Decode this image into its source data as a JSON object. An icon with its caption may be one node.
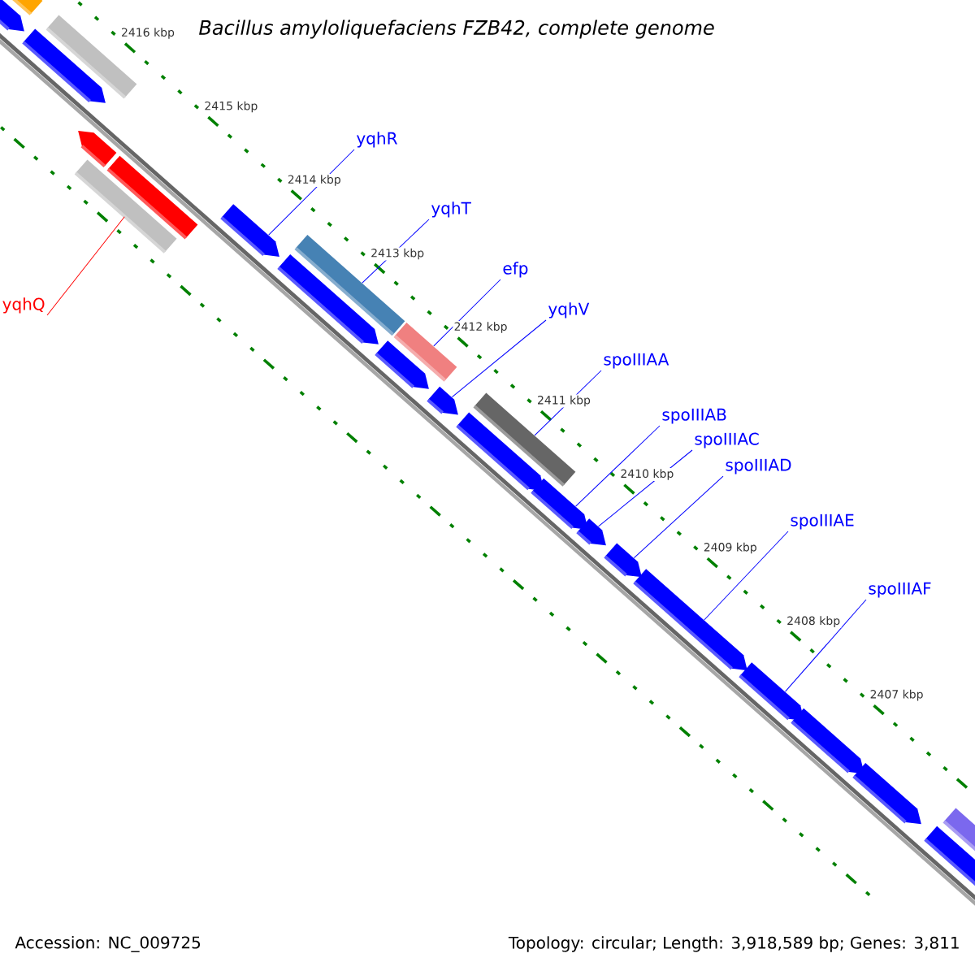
{
  "diagram": {
    "title": "Bacillus amyloliquefaciens FZB42, complete genome",
    "nodes": [
      {
        "text": [
          "yqhR"
        ]
      },
      {
        "text": [
          "yqhT"
        ]
      },
      {
        "text": [
          "efp"
        ]
      },
      {
        "text": [
          "yqhQ"
        ]
      },
      {
        "text": [
          "yqhV"
        ]
      },
      {
        "text": [
          "spoIIIAA"
        ]
      },
      {
        "text": [
          "spoIIIAB"
        ]
      },
      {
        "text": [
          "spoIIIAC"
        ]
      },
      {
        "text": [
          "spoIIIAD"
        ]
      },
      {
        "text": [
          "spoIIIAE"
        ]
      },
      {
        "text": [
          "spoIIIAF"
        ]
      },
      {
        "text": [],
        "shape": "bar"
      },
      {
        "text": [],
        "shape": "bar"
      },
      {
        "text": [],
        "shape": "bar"
      },
      {
        "text": [],
        "shape": "bar"
      },
      {
        "text": [],
        "shape": "bar"
      },
      {
        "text": [],
        "shape": "bar"
      },
      {
        "text": [],
        "shape": "bar"
      },
      {
        "text": [],
        "shape": "bar"
      },
      {
        "text": [],
        "shape": "bar"
      },
      {
        "text": [],
        "shape": "bar"
      },
      {
        "text": [],
        "shape": "bar"
      },
      {
        "text": [],
        "shape": "bar"
      },
      {
        "text": [],
        "shape": "bar"
      },
      {
        "text": [],
        "shape": "bar"
      },
      {
        "text": [],
        "shape": "bar"
      },
      {
        "text": [],
        "shape": "bar"
      },
      {
        "text": [],
        "shape": "bar"
      },
      {
        "text": [],
        "shape": "bar"
      },
      {
        "text": [],
        "shape": "bar"
      },
      {
        "text": [],
        "shape": "bar"
      },
      {
        "text": [],
        "shape": "bar"
      },
      {
        "text": [],
        "shape": "bar"
      },
      {
        "text": [],
        "shape": "bar"
      },
      {
        "text": [],
        "shape": "bar"
      }
    ],
    "edges": [
      {
        "from": 0,
        "to": 18,
        "arrow": "none"
      },
      {
        "from": 1,
        "to": 20,
        "arrow": "none"
      },
      {
        "from": 2,
        "to": 22,
        "arrow": "none"
      },
      {
        "from": 3,
        "to": 16,
        "arrow": "none",
        "color": "#ff0000"
      },
      {
        "from": 4,
        "to": 23,
        "arrow": "none"
      },
      {
        "from": 5,
        "to": 25,
        "arrow": "none"
      },
      {
        "from": 6,
        "to": 26,
        "arrow": "none"
      },
      {
        "from": 7,
        "to": 27,
        "arrow": "none"
      },
      {
        "from": 8,
        "to": 28,
        "arrow": "none"
      },
      {
        "from": 9,
        "to": 29,
        "arrow": "none"
      },
      {
        "from": 10,
        "to": 30,
        "arrow": "none"
      }
    ],
    "labels": [
      "2416 kbp",
      "2415 kbp",
      "2414 kbp",
      "2413 kbp",
      "2412 kbp",
      "2411 kbp",
      "2410 kbp",
      "2409 kbp",
      "2408 kbp",
      "2407 kbp",
      "Accession: NC_009725",
      "Topology: circular; Length: 3,918,589 bp; Genes: 3,811"
    ]
  }
}
